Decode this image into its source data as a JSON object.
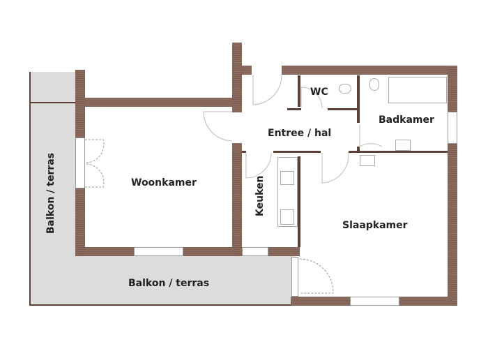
{
  "floorplan": {
    "rooms": {
      "woonkamer": "Woonkamer",
      "entree": "Entree / hal",
      "wc": "WC",
      "badkamer": "Badkamer",
      "keuken": "Keuken",
      "slaapkamer": "Slaapkamer",
      "balkon_side": "Balkon / terras",
      "balkon_bottom": "Balkon / terras"
    },
    "colors": {
      "wall": "#8a6a5c",
      "terrace": "#dcdcdc",
      "text": "#222222"
    }
  }
}
